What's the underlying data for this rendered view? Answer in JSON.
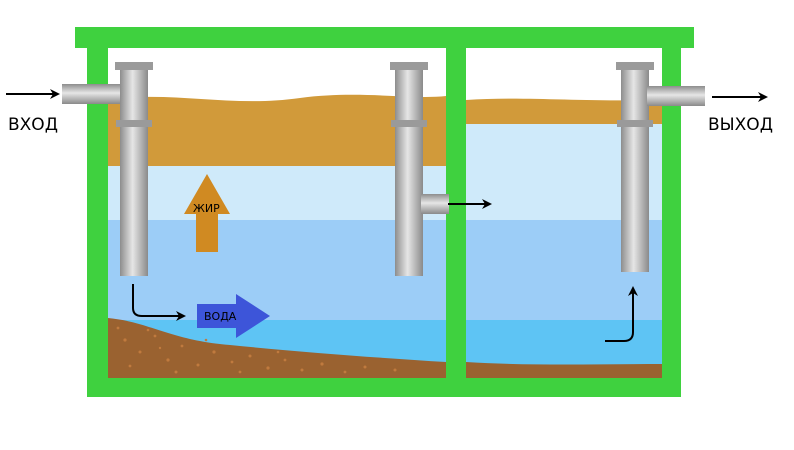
{
  "labels": {
    "inlet": "ВХОД",
    "outlet": "ВЫХОД",
    "grease": "ЖИР",
    "water": "ВОДА"
  },
  "colors": {
    "tank_frame": "#3fd13f",
    "grease_layer": "#d19a3a",
    "water_light": "#cfeafa",
    "water_mid": "#9ccdf7",
    "water_deep": "#5ec4f4",
    "sludge": "#9a6230",
    "pipe": "#b9b9b9",
    "grease_arrow": "#d08a22",
    "water_arrow": "#3d55d9"
  }
}
